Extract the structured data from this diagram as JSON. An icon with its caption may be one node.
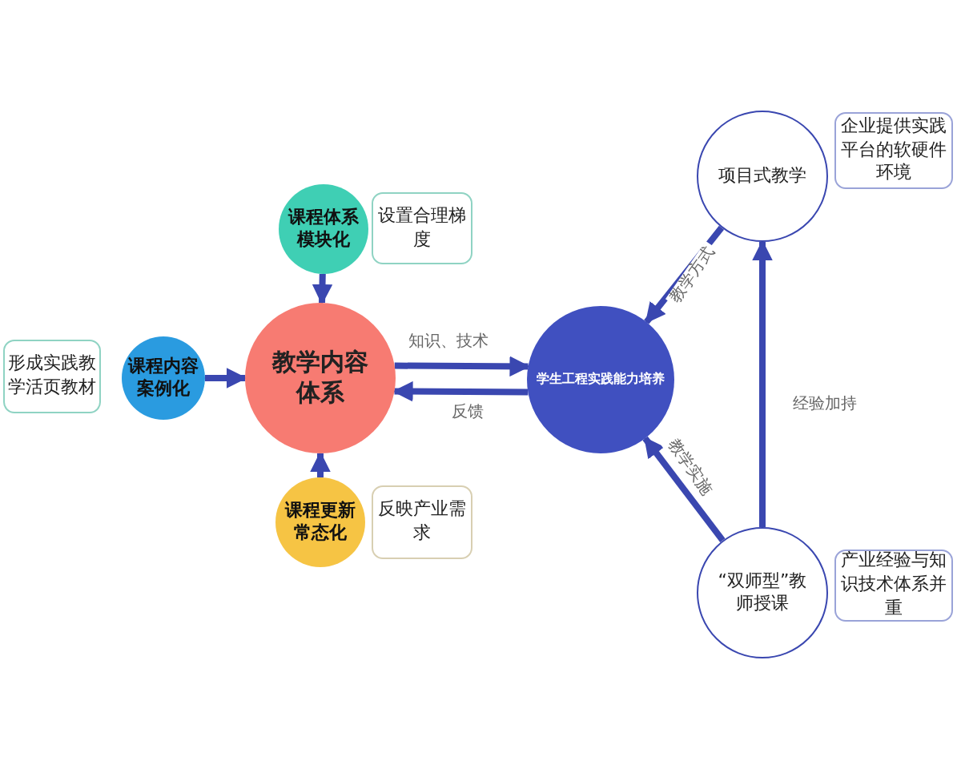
{
  "diagram": {
    "nodes": [
      {
        "text": [
          "课程体系模块化"
        ]
      },
      {
        "text": [
          "设置合理梯度"
        ]
      },
      {
        "text": [
          "形成实践教学活页教材"
        ]
      },
      {
        "text": [
          "课程内容案例化"
        ]
      },
      {
        "text": [
          "教学内容体系"
        ]
      },
      {
        "text": [
          "学生工程实践能力培养"
        ]
      },
      {
        "text": [
          "课程更新常态化"
        ]
      },
      {
        "text": [
          "反映产业需求"
        ]
      },
      {
        "text": [
          "项目式教学"
        ]
      },
      {
        "text": [
          "企业提供实践平台的软硬件环境"
        ]
      },
      {
        "text": [
          "“双师型”教师授课"
        ]
      },
      {
        "text": [
          "产业经验与知识技术体系并重"
        ]
      }
    ],
    "edges": [
      {
        "from": 0,
        "to": 4,
        "arrow": "to"
      },
      {
        "from": 3,
        "to": 4,
        "arrow": "to"
      },
      {
        "from": 6,
        "to": 4,
        "arrow": "to"
      },
      {
        "from": 4,
        "to": 5,
        "arrow": "to",
        "label": "知识、技术"
      },
      {
        "from": 5,
        "to": 4,
        "arrow": "to",
        "label": "反馈"
      },
      {
        "from": 8,
        "to": 5,
        "arrow": "to",
        "label": "教学方式"
      },
      {
        "from": 10,
        "to": 5,
        "arrow": "to",
        "label": "教学实施"
      },
      {
        "from": 10,
        "to": 8,
        "arrow": "to",
        "label": "经验加持"
      }
    ]
  }
}
